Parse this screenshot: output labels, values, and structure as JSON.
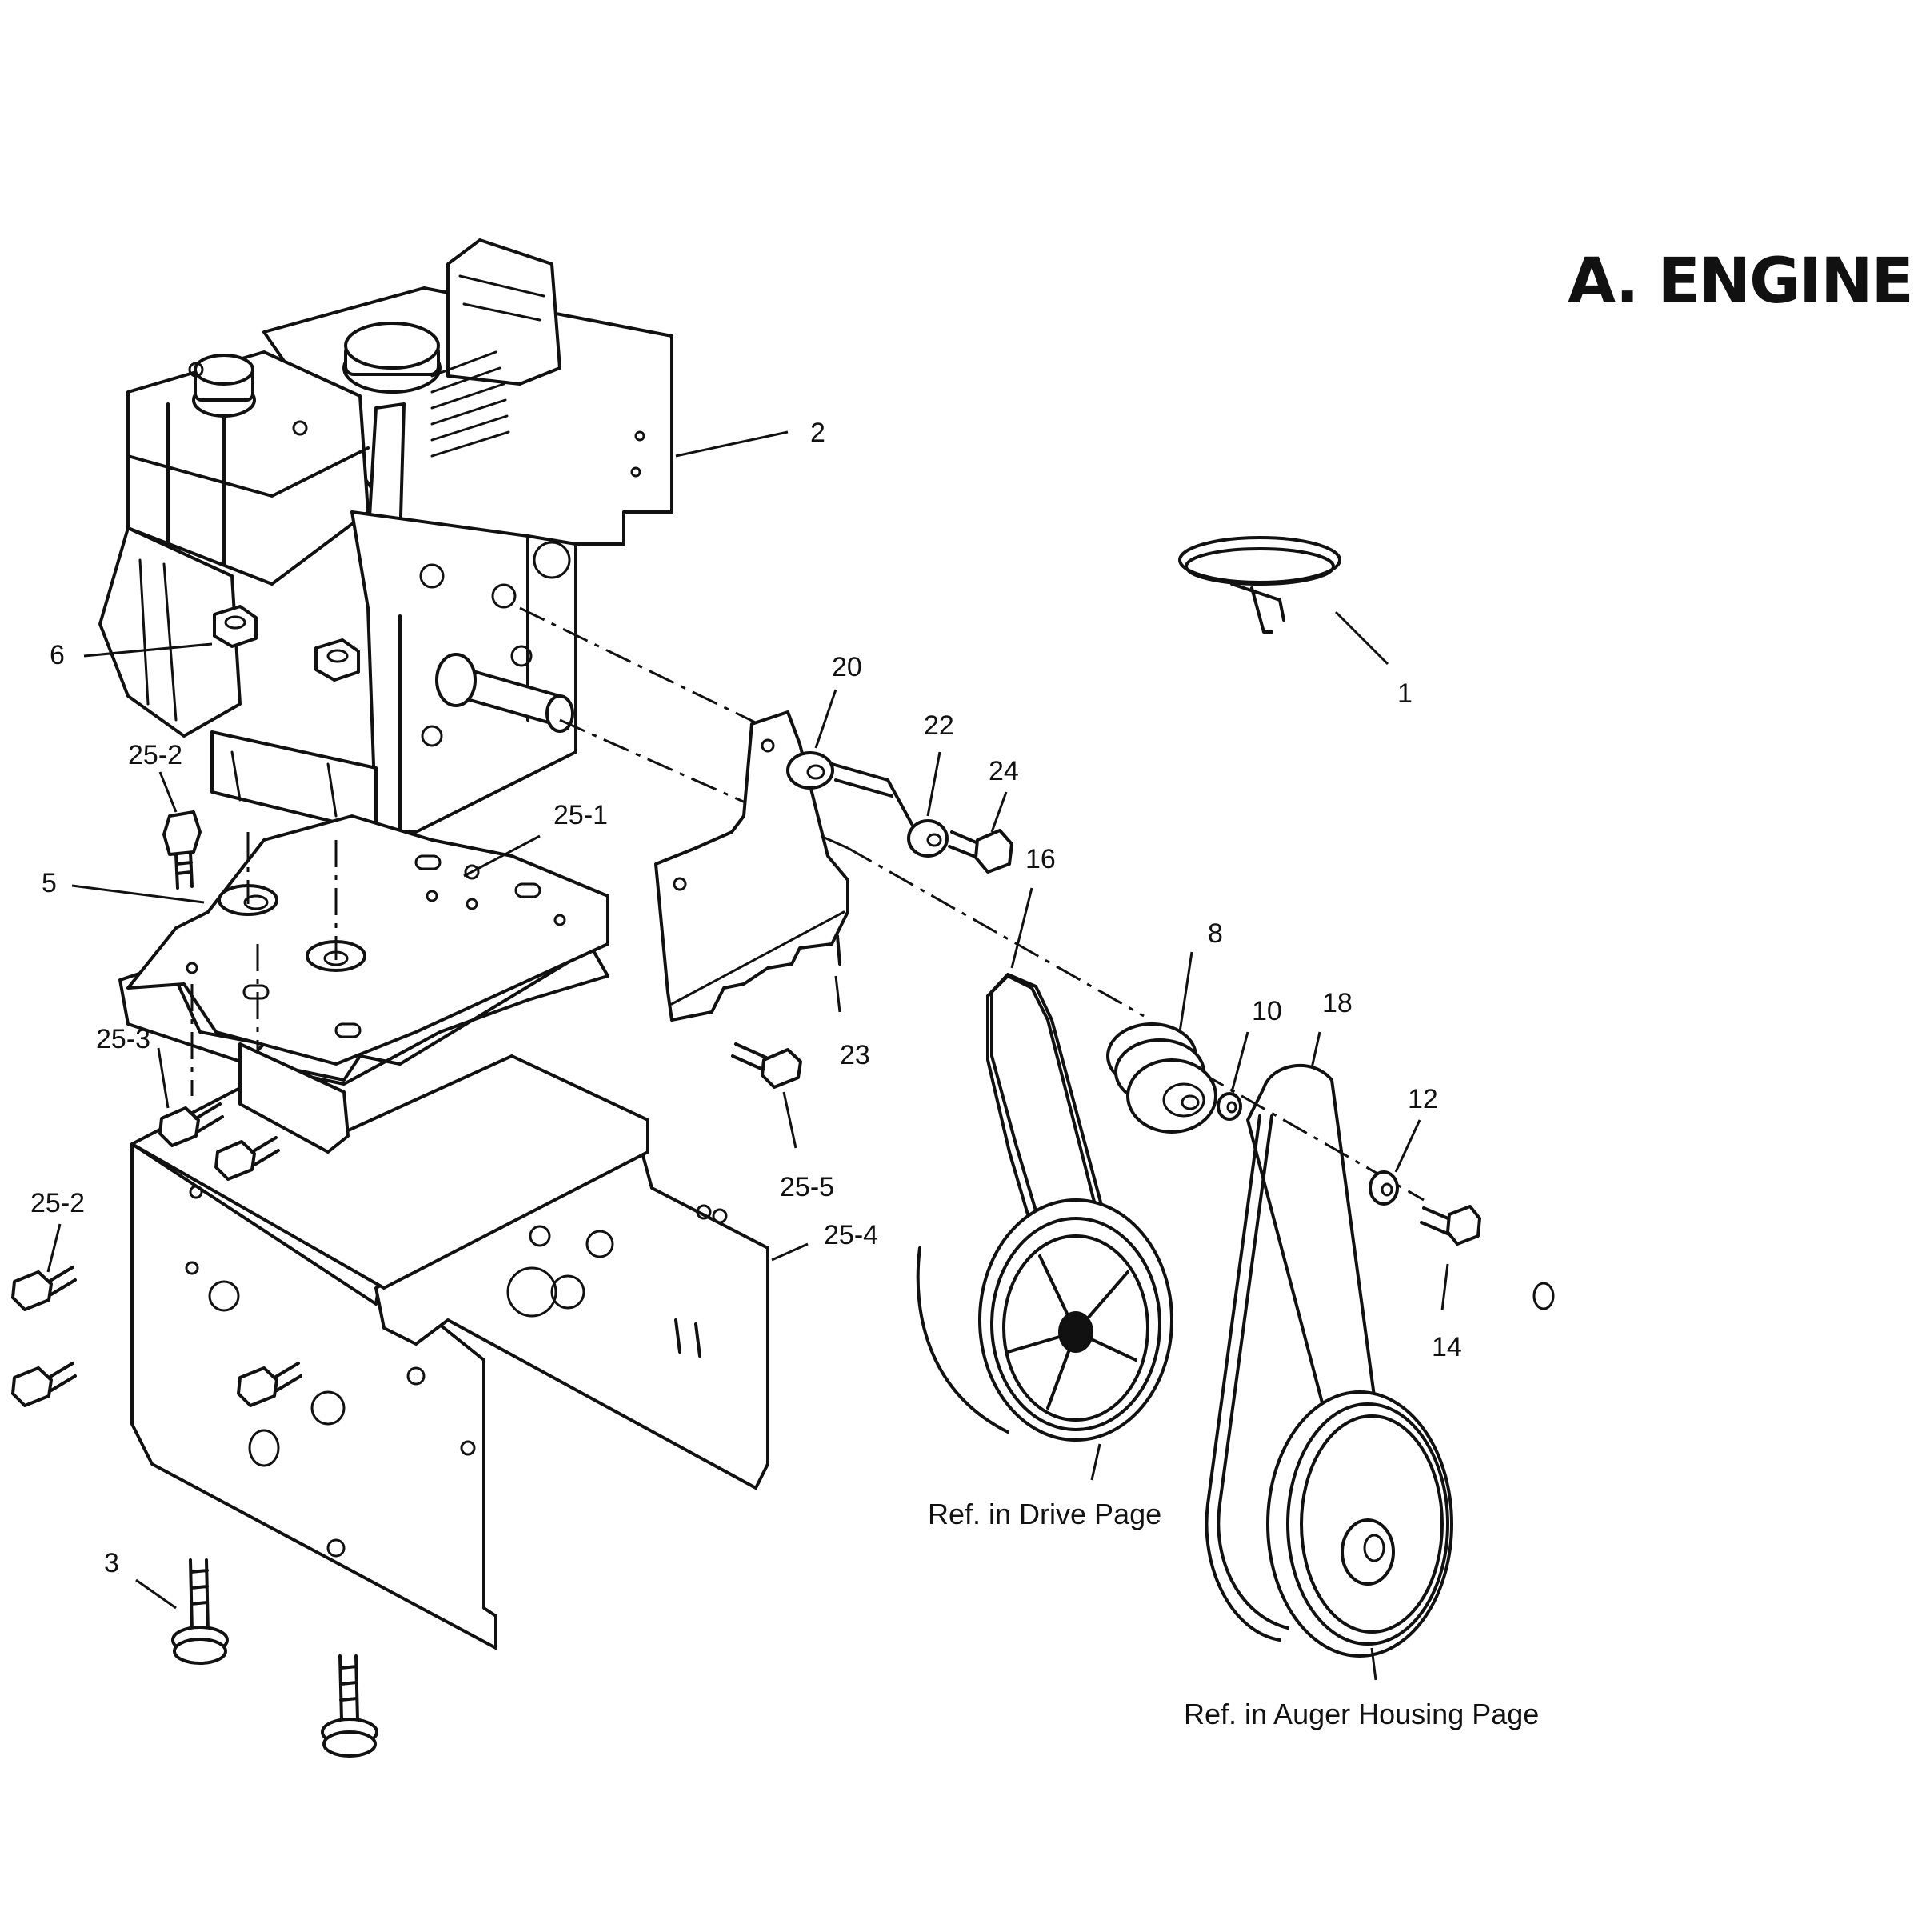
{
  "title": "A. ENGINE",
  "colors": {
    "ink": "#111111",
    "paper": "#ffffff"
  },
  "callouts": [
    {
      "id": "c-2",
      "text": "2"
    },
    {
      "id": "c-1",
      "text": "1"
    },
    {
      "id": "c-6",
      "text": "6"
    },
    {
      "id": "c-20",
      "text": "20"
    },
    {
      "id": "c-22",
      "text": "22"
    },
    {
      "id": "c-24",
      "text": "24"
    },
    {
      "id": "c-16",
      "text": "16"
    },
    {
      "id": "c-25-2a",
      "text": "25-2"
    },
    {
      "id": "c-25-1",
      "text": "25-1"
    },
    {
      "id": "c-5",
      "text": "5"
    },
    {
      "id": "c-8",
      "text": "8"
    },
    {
      "id": "c-10",
      "text": "10"
    },
    {
      "id": "c-18",
      "text": "18"
    },
    {
      "id": "c-23",
      "text": "23"
    },
    {
      "id": "c-25-3",
      "text": "25-3"
    },
    {
      "id": "c-12",
      "text": "12"
    },
    {
      "id": "c-25-5",
      "text": "25-5"
    },
    {
      "id": "c-25-2b",
      "text": "25-2"
    },
    {
      "id": "c-25-4",
      "text": "25-4"
    },
    {
      "id": "c-14",
      "text": "14"
    },
    {
      "id": "c-3",
      "text": "3"
    }
  ],
  "references": [
    {
      "id": "ref-drive",
      "text": "Ref. in Drive Page"
    },
    {
      "id": "ref-auger",
      "text": "Ref. in Auger Housing Page"
    }
  ]
}
